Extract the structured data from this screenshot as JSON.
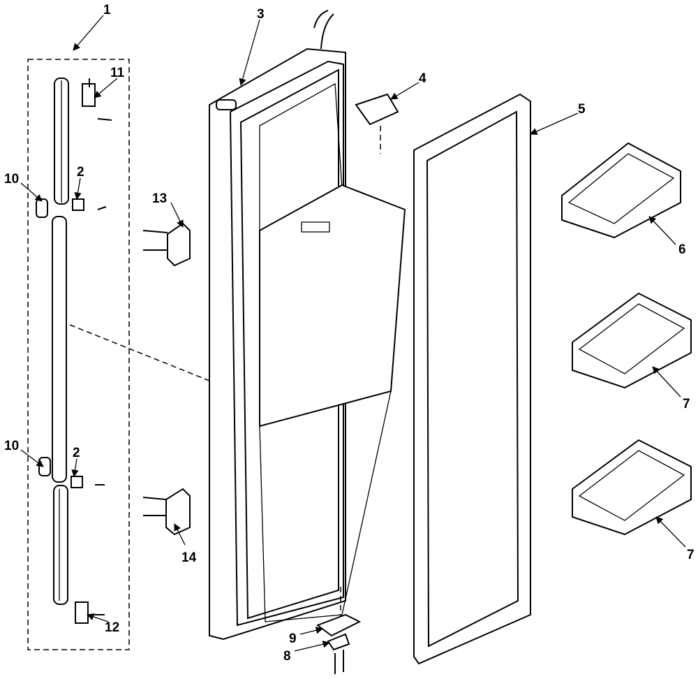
{
  "title": "Fridge door parts diagram",
  "callouts": {
    "c1": "1",
    "c2a": "2",
    "c2b": "2",
    "c3": "3",
    "c4": "4",
    "c5": "5",
    "c6": "6",
    "c7a": "7",
    "c7b": "7",
    "c8": "8",
    "c9": "9",
    "c10a": "10",
    "c10b": "10",
    "c11": "11",
    "c12": "12",
    "c13": "13",
    "c14": "14"
  }
}
